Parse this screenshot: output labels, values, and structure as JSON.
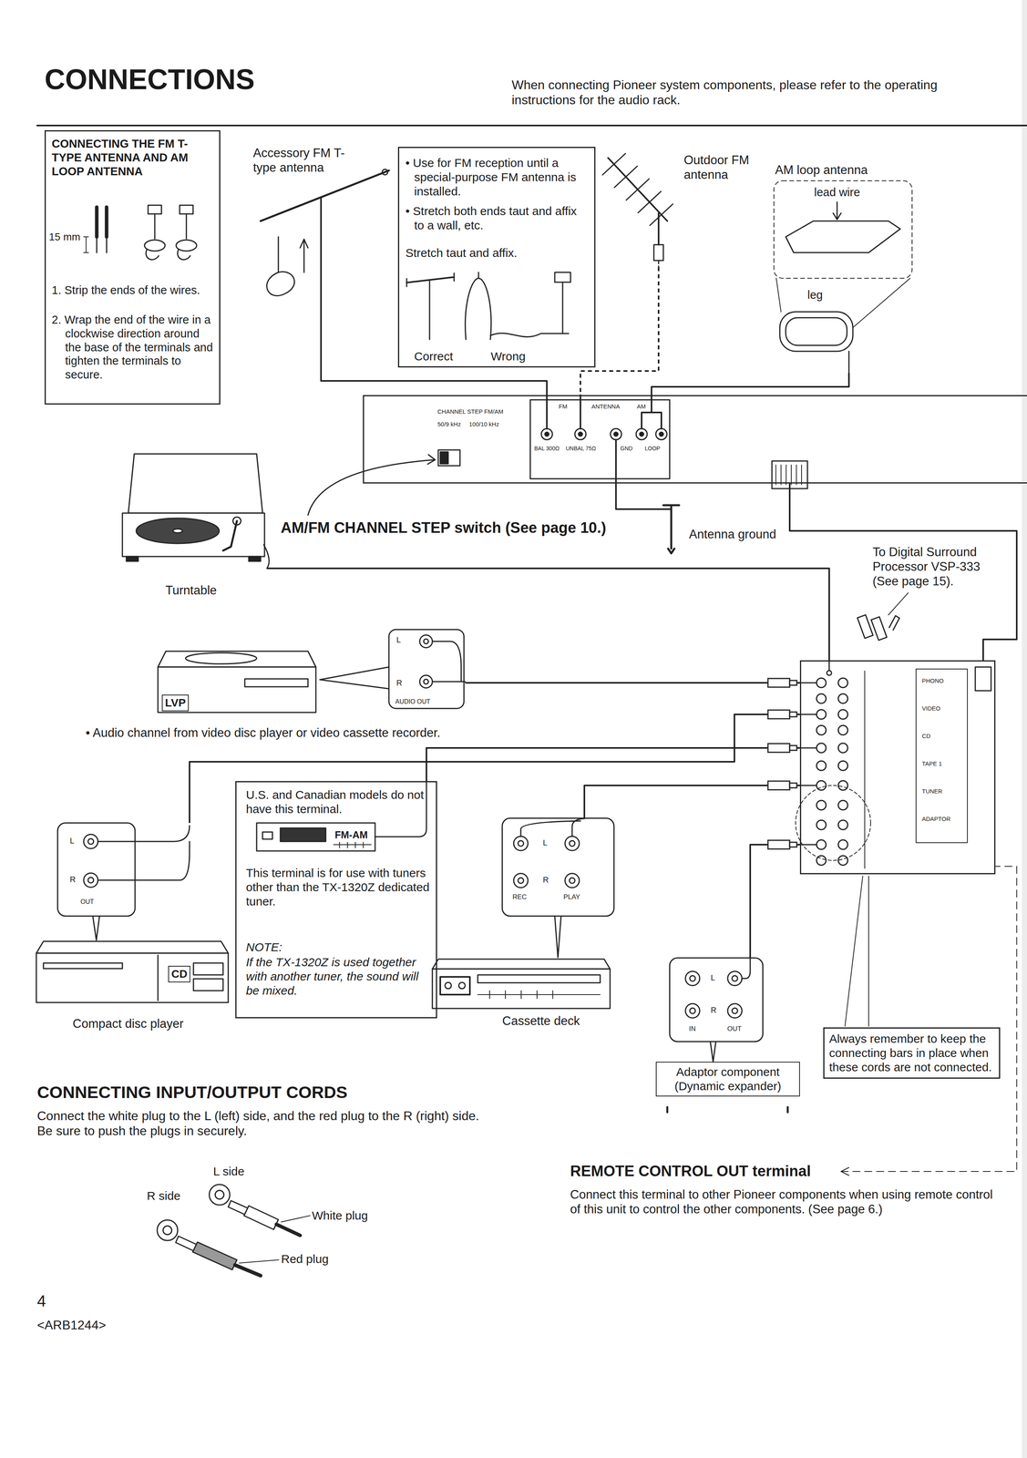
{
  "diagram": {
    "title": "CONNECTIONS",
    "nodes": [
      {
        "text": [
          "CONNECTING THE FM T-TYPE ANTENNA AND AM LOOP ANTENNA",
          "1. Strip the ends of the wires.",
          "2. Wrap the end of the wire in a clockwise direction around the base of the terminals and tighten the terminals to secure."
        ]
      },
      {
        "text": [
          "Accessory FM T-type antenna"
        ]
      },
      {
        "text": [
          "• Use for FM reception until a special-purpose FM antenna is installed.",
          "• Stretch both ends taut and affix to a wall, etc.",
          "Stretch taut and affix.",
          "Correct",
          "Wrong"
        ]
      },
      {
        "text": [
          "Outdoor FM antenna"
        ]
      },
      {
        "text": [
          "AM loop antenna",
          "lead wire",
          "leg"
        ]
      },
      {
        "text": [
          "CHANNEL STEP FM/AM",
          "50/9 kHz",
          "100/10 kHz",
          "FM",
          "ANTENNA",
          "AM",
          "BAL 300Ω",
          "UNBAL 75Ω",
          "GND",
          "LOOP"
        ]
      },
      {
        "text": [
          "Turntable"
        ]
      },
      {
        "text": [
          "LVP",
          "L",
          "R",
          "AUDIO OUT"
        ]
      },
      {
        "text": [
          "L",
          "R",
          "OUT",
          "CD",
          "Compact disc player"
        ]
      },
      {
        "text": [
          "U.S. and Canadian models do not have this terminal.",
          "FM-AM",
          "This terminal is for use with tuners other than the TX-1320Z dedicated tuner.",
          "NOTE:",
          "If the TX-1320Z is used together with another tuner, the sound will be mixed."
        ]
      },
      {
        "text": [
          "L",
          "R",
          "REC",
          "PLAY",
          "Cassette deck"
        ]
      },
      {
        "text": [
          "L",
          "R",
          "IN",
          "OUT",
          "Adaptor component (Dynamic expander)"
        ]
      },
      {
        "text": [
          "PHONO",
          "VIDEO",
          "CD",
          "TAPE 1",
          "TUNER",
          "ADAPTOR"
        ]
      },
      {
        "text": [
          "Always remember to keep the connecting bars in place when these cords are not connected."
        ]
      }
    ],
    "edges": [
      {
        "from": 1,
        "to": 5,
        "arrow": "none"
      },
      {
        "from": 3,
        "to": 5,
        "arrow": "none"
      },
      {
        "from": 4,
        "to": 5,
        "arrow": "none"
      },
      {
        "from": 5,
        "to": 12,
        "arrow": "none"
      },
      {
        "from": 6,
        "to": 12,
        "arrow": "none"
      },
      {
        "from": 7,
        "to": 12,
        "arrow": "none"
      },
      {
        "from": 8,
        "to": 12,
        "arrow": "none"
      },
      {
        "from": 9,
        "to": 12,
        "arrow": "none"
      },
      {
        "from": 10,
        "to": 12,
        "arrow": "none"
      },
      {
        "from": 11,
        "to": 12,
        "arrow": "none"
      }
    ],
    "labels": [
      "When connecting Pioneer system components, please refer to the operating instructions for the audio rack.",
      "15 mm",
      "AM/FM CHANNEL STEP switch (See page 10.)",
      "Antenna ground",
      "To Digital Surround Processor VSP-333 (See page 15).",
      "• Audio channel from video disc player or video cassette recorder.",
      "CONNECTING INPUT/OUTPUT CORDS",
      "Connect the white plug to the L (left) side, and the red plug to the R (right) side. Be sure to push the plugs in securely.",
      "L side",
      "R side",
      "White plug",
      "Red plug",
      "REMOTE CONTROL OUT terminal",
      "Connect this terminal to other Pioneer components when using remote control of this unit to control the other components. (See page 6.)",
      "4",
      "<ARB1244>"
    ]
  }
}
